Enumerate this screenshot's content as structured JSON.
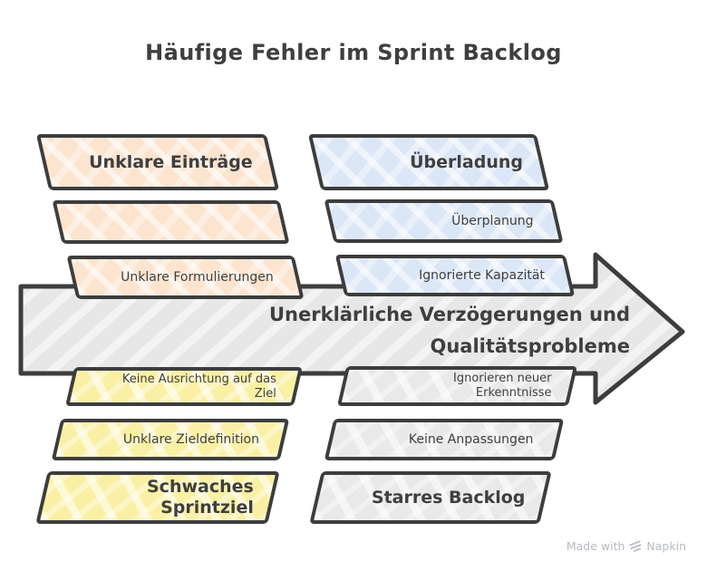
{
  "title": "Häufige Fehler im Sprint Backlog",
  "colors": {
    "text": "#3f3f3f",
    "outline": "#3d3d3d",
    "orange": "#fce4cf",
    "blue": "#dbe6f7",
    "yellow": "#faf0a5",
    "gray": "#e9e9e9",
    "arrow-fill": "#e7e7e7",
    "arrow-stripe": "#f3f3f3",
    "watermark": "#b7bbc1"
  },
  "groups": {
    "top_left": {
      "fill": "#fce4cf",
      "items": [
        {
          "label": "Unklare Einträge"
        },
        {
          "label": ""
        },
        {
          "label": "Unklare Formulierungen"
        }
      ]
    },
    "top_right": {
      "fill": "#dbe6f7",
      "items": [
        {
          "label": "Überladung"
        },
        {
          "label": "Überplanung"
        },
        {
          "label": "Ignorierte Kapazität"
        }
      ]
    },
    "bottom_left": {
      "fill": "#faf0a5",
      "items": [
        {
          "label": "Keine Ausrichtung auf das\nZiel"
        },
        {
          "label": "Unklare Zieldefinition"
        },
        {
          "label": "Schwaches\nSprintziel"
        }
      ]
    },
    "bottom_right": {
      "fill": "#e9e9e9",
      "items": [
        {
          "label": "Ignorieren neuer\nErkenntnisse"
        },
        {
          "label": "Keine Anpassungen"
        },
        {
          "label": "Starres Backlog"
        }
      ]
    }
  },
  "arrow": {
    "label": "Unerklärliche Verzögerungen und\nQualitätsprobleme"
  },
  "watermark": {
    "prefix": "Made with",
    "brand": "Napkin",
    "icon": "napkin-logo"
  }
}
